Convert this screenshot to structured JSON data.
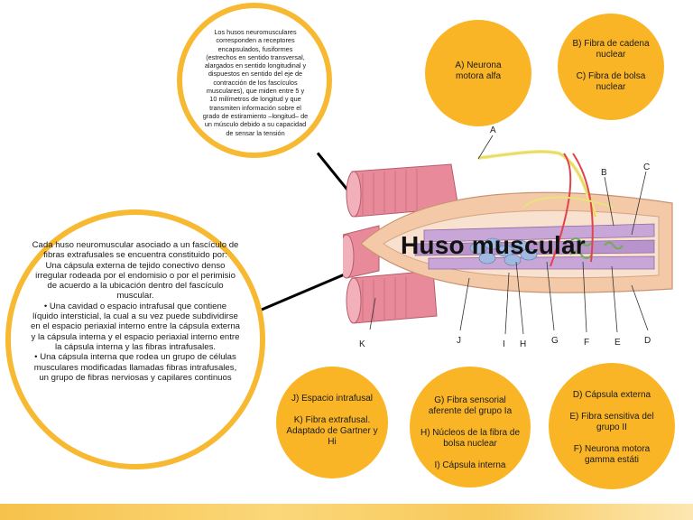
{
  "title": "Huso muscular",
  "top_description": "Los husos neuromusculares corresponden a receptores encapsulados, fusiformes (estrechos en sentido transversal, alargados en sentido longitudinal y dispuestos en sentido del eje de contracción de los fascículos musculares), que miden entre 5 y 10 milímetros de longitud y que transmiten información sobre el grado de estiramiento –longitud– de un músculo debido a su capacidad de sensar la tensión",
  "left_description": "Cada huso neuromuscular asociado a un fascículo de fibras extrafusales se encuentra constituido por:\nUna cápsula externa de tejido conectivo denso irregular rodeada por el endomisio o por el perimisio de acuerdo a la ubicación dentro del fascículo muscular.\n• Una cavidad o espacio intrafusal que contiene líquido intersticial, la cual a su vez puede subdividirse en el espacio periaxial interno entre la cápsula externa y la cápsula interna y el espacio periaxial interno entre la cápsula interna y las fibras intrafusales.\n• Una cápsula interna que rodea un grupo de células musculares modificadas llamadas fibras intrafusales, un grupo de fibras nerviosas y capilares continuos",
  "legend": {
    "a": "A) Neurona motora alfa",
    "bc": "B) Fibra de cadena nuclear\n\nC) Fibra de bolsa nuclear",
    "jk": "J) Espacio intrafusal\n\nK) Fibra extrafusal. Adaptado de Gartner y Hi",
    "ghi": "G) Fibra sensorial aferente del grupo Ia\n\nH) Núcleos de la fibra de bolsa nuclear\n\nI) Cápsula interna",
    "def": "D) Cápsula externa\n\nE) Fibra sensitiva del grupo II\n\nF) Neurona motora gamma estáti"
  },
  "diagram_letters": [
    "A",
    "B",
    "C",
    "K",
    "J",
    "I",
    "H",
    "G",
    "F",
    "E",
    "D"
  ],
  "colors": {
    "accent": "#fab526",
    "ring": "#f8b932",
    "muscle": "#e98a9a",
    "capsule": "#f3c9a8",
    "intrafusal": "#c9a6d8",
    "nuclei": "#9fb9e0",
    "nerve": "#f1ea86",
    "sensory": "#9fd08a"
  }
}
